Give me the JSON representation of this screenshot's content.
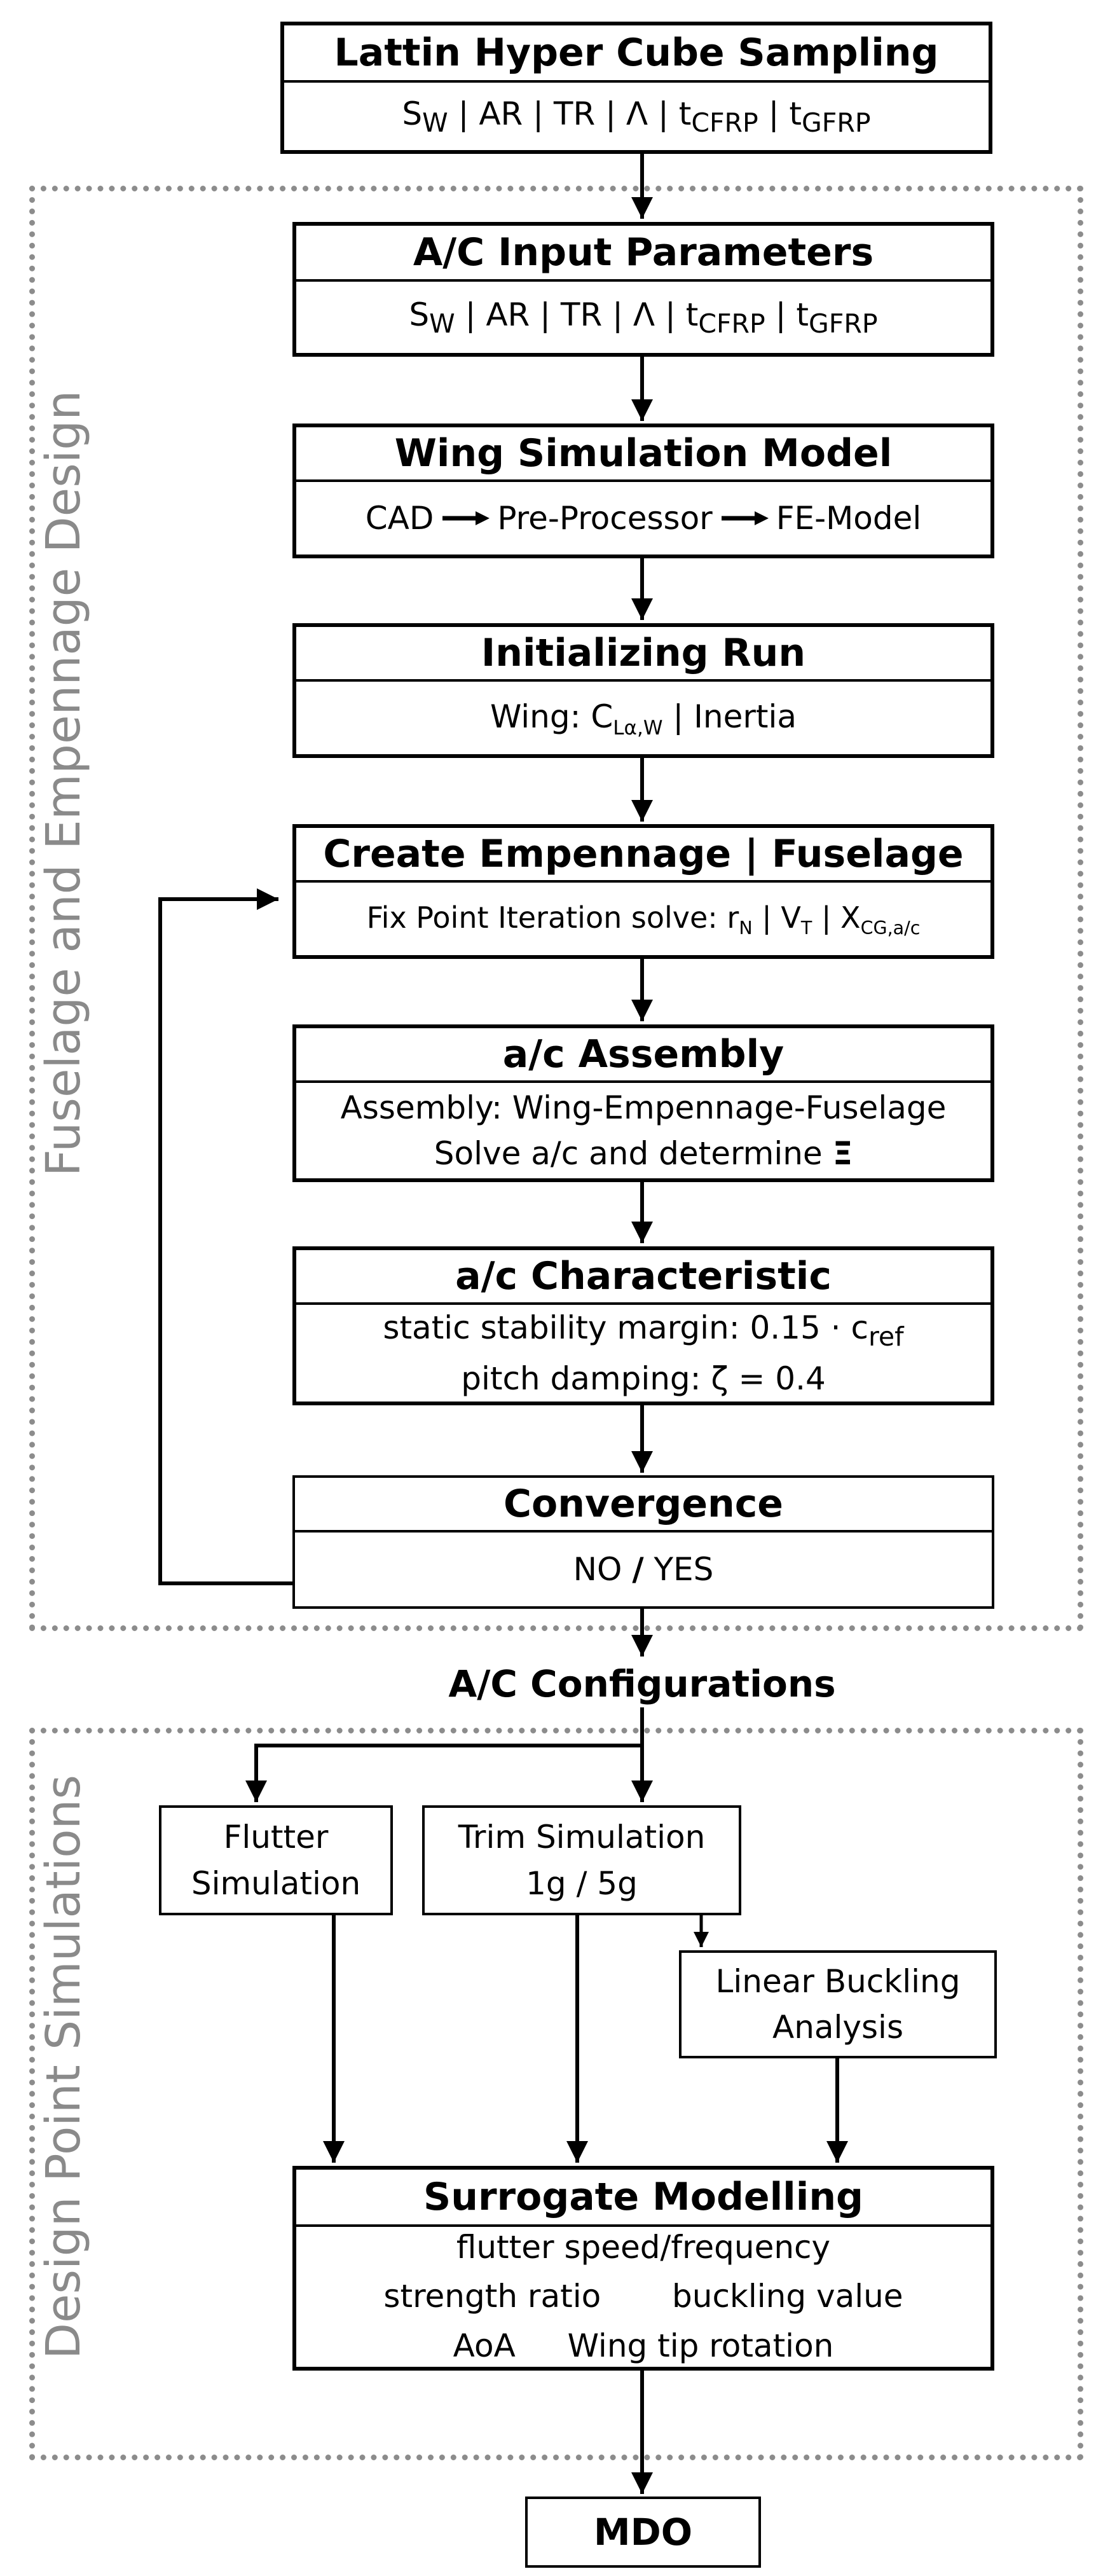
{
  "lhs": {
    "title": "Lattin Hyper Cube Sampling",
    "params": {
      "sw": "S",
      "sw_sub": "W",
      "ar": "AR",
      "tr": "TR",
      "lam": "Λ",
      "tc": "t",
      "tc_sub": "CFRP",
      "tg": "t",
      "tg_sub": "GFRP"
    }
  },
  "group1_label": "Fuselage and Empennage Design",
  "input": {
    "title": "A/C Input Parameters",
    "params": {
      "sw": "S",
      "sw_sub": "W",
      "ar": "AR",
      "tr": "TR",
      "lam": "Λ",
      "tc": "t",
      "tc_sub": "CFRP",
      "tg": "t",
      "tg_sub": "GFRP"
    }
  },
  "wingsim": {
    "title": "Wing Simulation Model",
    "cad": "CAD",
    "pre": "Pre-Processor",
    "fe": "FE-Model"
  },
  "init": {
    "title": "Initializing Run",
    "prefix": "Wing: C",
    "sub": "Lα,W",
    "suffix": "| Inertia"
  },
  "empennage": {
    "title": "Create Empennage | Fuselage",
    "text": "Fix Point Iteration solve: r",
    "rn_sub": "N",
    "sep1": "| V",
    "vt_sub": "T",
    "sep2": "| X",
    "xcg_sub": "CG,a/c"
  },
  "assembly": {
    "title": "a/c Assembly",
    "line1": "Assembly: Wing-Empennage-Fuselage",
    "line2": "Solve a/c and determine",
    "symbol": "Ξ"
  },
  "characteristic": {
    "title": "a/c Characteristic",
    "line1": "static stability margin: 0.15 · c",
    "line1_sub": "ref",
    "line2": "pitch damping: ζ = 0.4"
  },
  "convergence": {
    "title": "Convergence",
    "no": "NO",
    "slash": "/",
    "yes": "YES"
  },
  "configs_label": "A/C Configurations",
  "group2_label": "Design Point Simulations",
  "flutter": {
    "line1": "Flutter",
    "line2": "Simulation"
  },
  "trim": {
    "line1": "Trim Simulation",
    "line2": "1g / 5g"
  },
  "buckling": {
    "line1": "Linear Buckling",
    "line2": "Analysis"
  },
  "surrogate": {
    "title": "Surrogate Modelling",
    "line1": "flutter speed/frequency",
    "line2a": "strength ratio",
    "line2b": "buckling value",
    "line3a": "AoA",
    "line3b": "Wing tip rotation"
  },
  "mdo": "MDO"
}
